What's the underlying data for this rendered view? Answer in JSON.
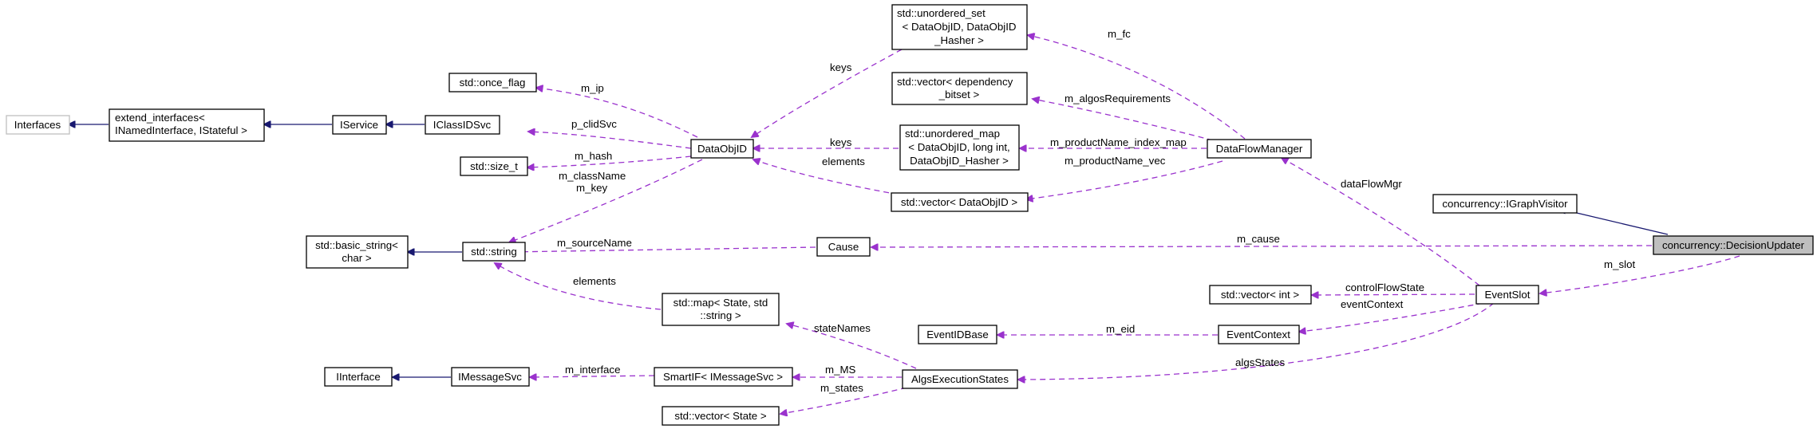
{
  "diagram": {
    "nodes": {
      "interfaces": {
        "lines": [
          "Interfaces"
        ]
      },
      "extend_interfaces": {
        "lines": [
          "extend_interfaces<",
          "INamedInterface, IStateful >"
        ]
      },
      "iservice": {
        "lines": [
          "IService"
        ]
      },
      "iclassidsvc": {
        "lines": [
          "IClassIDSvc"
        ]
      },
      "once_flag": {
        "lines": [
          "std::once_flag"
        ]
      },
      "size_t": {
        "lines": [
          "std::size_t"
        ]
      },
      "basic_string": {
        "lines": [
          "std::basic_string<",
          "char >"
        ]
      },
      "std_string": {
        "lines": [
          "std::string"
        ]
      },
      "dataobjid": {
        "lines": [
          "DataObjID"
        ]
      },
      "unordered_set": {
        "lines": [
          "std::unordered_set",
          "< DataObjID, DataObjID",
          "_Hasher >"
        ]
      },
      "vector_dep": {
        "lines": [
          "std::vector< dependency",
          "_bitset >"
        ]
      },
      "unordered_map": {
        "lines": [
          "std::unordered_map",
          "< DataObjID, long int,",
          "DataObjID_Hasher >"
        ]
      },
      "vector_dataobjid": {
        "lines": [
          "std::vector< DataObjID >"
        ]
      },
      "dataflowmanager": {
        "lines": [
          "DataFlowManager"
        ]
      },
      "cause": {
        "lines": [
          "Cause"
        ]
      },
      "igraphvisitor": {
        "lines": [
          "concurrency::IGraphVisitor"
        ]
      },
      "decisionupdater": {
        "lines": [
          "concurrency::DecisionUpdater"
        ]
      },
      "map_state": {
        "lines": [
          "std::map< State, std",
          "::string >"
        ]
      },
      "vector_int": {
        "lines": [
          "std::vector< int >"
        ]
      },
      "eventslot": {
        "lines": [
          "EventSlot"
        ]
      },
      "eventidbase": {
        "lines": [
          "EventIDBase"
        ]
      },
      "eventcontext": {
        "lines": [
          "EventContext"
        ]
      },
      "iinterface": {
        "lines": [
          "IInterface"
        ]
      },
      "imessagesvc": {
        "lines": [
          "IMessageSvc"
        ]
      },
      "smartif": {
        "lines": [
          "SmartIF< IMessageSvc >"
        ]
      },
      "algsexecutionstates": {
        "lines": [
          "AlgsExecutionStates"
        ]
      },
      "vector_state": {
        "lines": [
          "std::vector< State >"
        ]
      }
    },
    "edge_labels": {
      "m_fc": "m_fc",
      "keys_set": "keys",
      "m_algosRequirements": "m_algosRequirements",
      "m_ip": "m_ip",
      "p_clidSvc": "p_clidSvc",
      "keys_map": "keys",
      "m_productName_index_map": "m_productName_index_map",
      "m_hash": "m_hash",
      "elements_vec": "elements",
      "m_productName_vec": "m_productName_vec",
      "m_className_key": [
        "m_className",
        "m_key"
      ],
      "dataFlowMgr": "dataFlowMgr",
      "m_sourceName": "m_sourceName",
      "m_cause": "m_cause",
      "m_slot": "m_slot",
      "elements_map": "elements",
      "controlFlowState": "controlFlowState",
      "eventContext": "eventContext",
      "stateNames": "stateNames",
      "m_eid": "m_eid",
      "m_interface": "m_interface",
      "m_MS": "m_MS",
      "algsStates": "algsStates",
      "m_states": "m_states"
    }
  }
}
